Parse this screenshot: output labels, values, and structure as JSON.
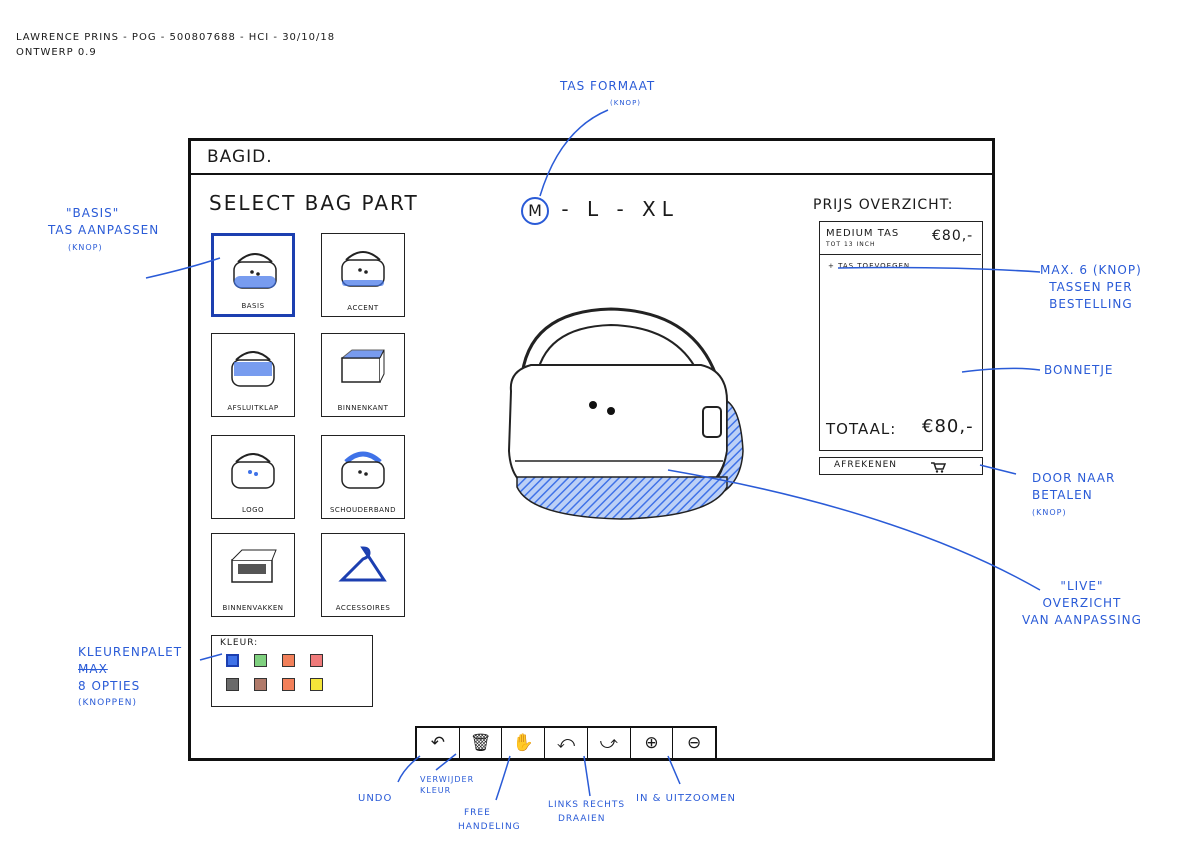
{
  "header_note": {
    "line1": "LAWRENCE PRINS - POG - 500807688 - HCI - 30/10/18",
    "line2": "ONTWERP 0.9"
  },
  "app": {
    "title": "BAGID."
  },
  "left_panel": {
    "title": "SELECT BAG PART",
    "parts": [
      {
        "label": "BASIS",
        "selected": true
      },
      {
        "label": "ACCENT",
        "selected": false
      },
      {
        "label": "AFSLUITKLAP",
        "selected": false
      },
      {
        "label": "BINNENKANT",
        "selected": false
      },
      {
        "label": "LOGO",
        "selected": false
      },
      {
        "label": "SCHOUDERBAND",
        "selected": false
      },
      {
        "label": "BINNENVAKKEN",
        "selected": false
      },
      {
        "label": "ACCESSOIRES",
        "selected": false
      }
    ],
    "color_palette": {
      "label": "KLEUR:",
      "swatches": [
        "#3f72e8",
        "#7fd07f",
        "#f2805a",
        "#ef7a7a",
        "#6a6a6a",
        "#b07a6a",
        "#f2805a",
        "#f5e63a"
      ]
    }
  },
  "size_selector": {
    "options": [
      "M",
      "L",
      "XL"
    ],
    "selected": "M",
    "separator": "-"
  },
  "price_panel": {
    "title": "PRIJS OVERZICHT:",
    "item_name": "MEDIUM TAS",
    "item_sub": "TOT 13 INCH",
    "item_price": "€80,-",
    "add_bag": "+ TAS TOEVOEGEN",
    "total_label": "TOTAAL:",
    "total_value": "€80,-",
    "checkout_label": "AFREKENEN"
  },
  "toolbar": {
    "tools": [
      "undo-icon",
      "trash-icon",
      "hand-icon",
      "rotate-left-icon",
      "rotate-right-icon",
      "zoom-in-icon",
      "zoom-out-icon"
    ]
  },
  "annotations": {
    "tas_formaat": "TAS FORMAAT",
    "tas_formaat_sub": "(KNOP)",
    "basis": "\"BASIS\"",
    "tas_aanpassen": "TAS AANPASSEN",
    "tas_aanpassen_sub": "(KNOP)",
    "max6_line1": "MAX. 6 (KNOP)",
    "max6_line2": "TASSEN PER",
    "max6_line3": "BESTELLING",
    "bonnetje": "BONNETJE",
    "door_line1": "DOOR NAAR",
    "door_line2": "BETALEN",
    "door_line3": "(KNOP)",
    "live_line1": "\"LIVE\"",
    "live_line2": "OVERZICHT",
    "live_line3": "VAN AANPASSING",
    "kleuren_line1": "KLEURENPALET",
    "kleuren_line2": "MAX",
    "kleuren_line3": "8 OPTIES",
    "kleuren_line4": "(KNOPPEN)",
    "undo": "UNDO",
    "verwijder_line1": "VERWIJDER",
    "verwijder_line2": "KLEUR",
    "free_line1": "FREE",
    "free_line2": "HANDELING",
    "draaien_line1": "LINKS RECHTS",
    "draaien_line2": "DRAAIEN",
    "zoom": "IN & UITZOOMEN"
  },
  "colors": {
    "annotation_blue": "#2a5bd7",
    "selection_blue": "#1c3fb0",
    "bag_fill": "#3f72e8"
  }
}
